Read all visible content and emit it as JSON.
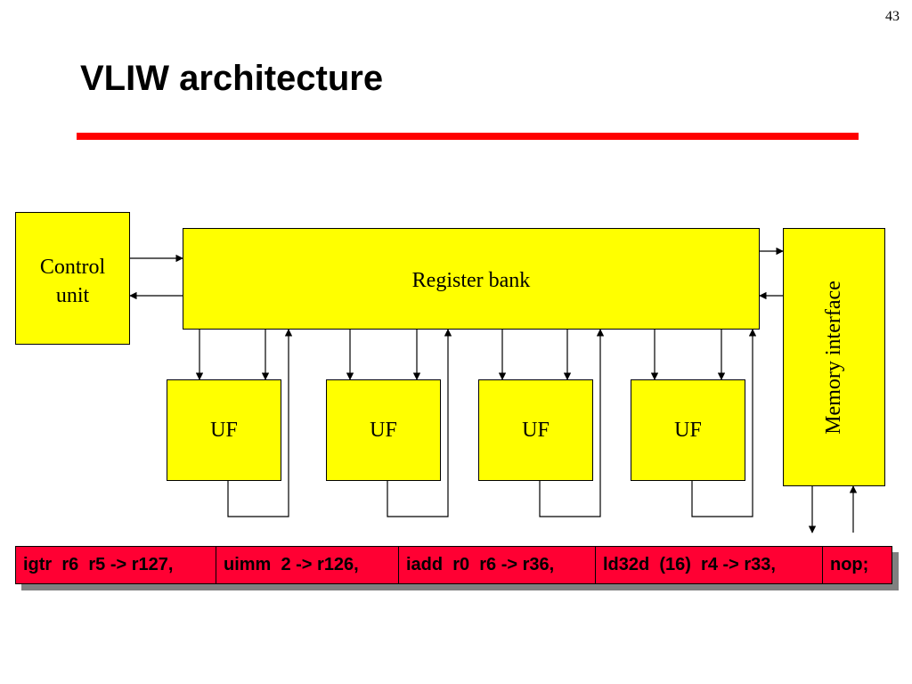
{
  "page_number": "43",
  "title": "VLIW architecture",
  "diagram": {
    "control_unit": [
      "Control",
      "unit"
    ],
    "register_bank": "Register bank",
    "memory_interface": "Memory interface",
    "functional_units": [
      "UF",
      "UF",
      "UF",
      "UF"
    ]
  },
  "instruction": {
    "slots": [
      "igtr  r6  r5 -> r127,",
      "uimm  2 -> r126,",
      "iadd  r0  r6 -> r36,",
      "ld32d  (16)  r4 -> r33,",
      "nop;"
    ]
  },
  "colors": {
    "box_fill": "#ffff00",
    "title_rule": "#ff0000",
    "instruction_fill": "#ff0033"
  }
}
